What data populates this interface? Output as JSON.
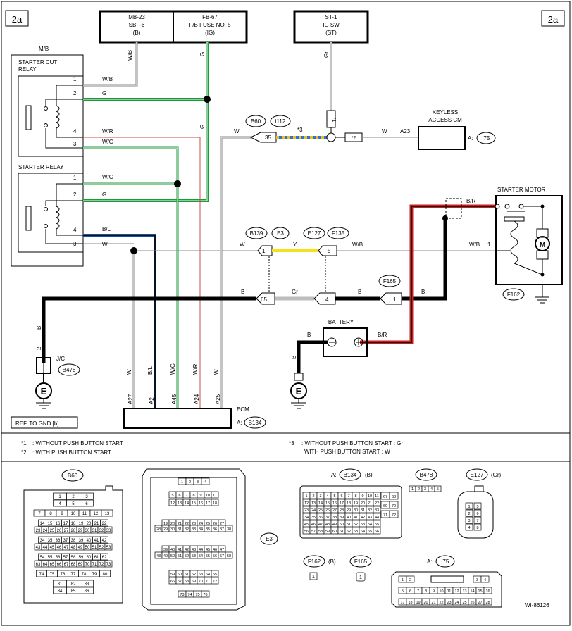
{
  "page_code": "2a",
  "figure_id": "WI-86126",
  "colors": {
    "ig_green": "#1b9a3a",
    "wb_gray": "#8a8a8a",
    "wr_red": "#c94c4c",
    "batt_red": "#c0201f",
    "blue": "#1e4d9a",
    "yellow": "#f1e21a",
    "gray_wire": "#bdbdbd",
    "dash_blue": "#2f6fd6",
    "dash_yellow": "#e8c21a"
  },
  "fuses": [
    {
      "code": "MB-23",
      "name": "SBF-6",
      "label": "(B)"
    },
    {
      "code": "FB-67",
      "name": "F/B FUSE NO. 5",
      "label": "(IG)"
    },
    {
      "code": "ST-1",
      "name": "IG SW",
      "label": "(ST)"
    }
  ],
  "mb_label": "M/B",
  "starter_cut_relay": {
    "name_l1": "STARTER CUT",
    "name_l2": "RELAY"
  },
  "starter_relay": "STARTER RELAY",
  "pins": {
    "p1": "1",
    "p2": "2",
    "p3": "3",
    "p4": "4"
  },
  "wires": {
    "wb": "W/B",
    "g": "G",
    "wr": "W/R",
    "wg": "W/G",
    "bl": "B/L",
    "w": "W",
    "gr": "Gr",
    "y": "Y",
    "b": "B",
    "br": "B/R"
  },
  "star_marks": {
    "s1": "*1",
    "s2": "*2",
    "s3": "*3"
  },
  "connectors": {
    "b60": "B60",
    "i112": "i112",
    "i75": "i75",
    "b139": "B139",
    "e3": "E3",
    "e127": "E127",
    "f135": "F135",
    "f165": "F165",
    "f162": "F162",
    "b478": "B478",
    "b134": "B134"
  },
  "term_nums": {
    "n35": "35",
    "n1": "1",
    "n5": "5",
    "n65": "65",
    "n4": "4",
    "n2": "2",
    "a23": "A23"
  },
  "keyless": {
    "l1": "KEYLESS",
    "l2": "ACCESS CM",
    "prefix": "A:"
  },
  "starter_motor": "STARTER MOTOR",
  "motor_symbol": "M",
  "battery": "BATTERY",
  "jc": "J/C",
  "ground_symbol": "E",
  "ref_gnd": "REF. TO GND [b]",
  "ecm": {
    "name": "ECM",
    "prefix": "A:",
    "terms": [
      "A27",
      "A2",
      "A45",
      "A24",
      "A25"
    ],
    "wires": [
      "W",
      "B/L",
      "W/G",
      "W/R",
      "W"
    ]
  },
  "notes": [
    {
      "mark": "*1",
      "text": ": WITHOUT PUSH BUTTON START"
    },
    {
      "mark": "*2",
      "text": ": WITH PUSH BUTTON START"
    },
    {
      "mark": "*3",
      "text": ": WITHOUT PUSH BUTTON START  : Gr"
    },
    {
      "mark": "",
      "text": "WITH PUSH BUTTON START  : W"
    }
  ],
  "conn_views": {
    "b60_label": "B60",
    "e3_label": "E3",
    "b134_prefix": "A:",
    "b134_label": "B134",
    "b134_color": "(B)",
    "b478_label": "B478",
    "e127_label": "E127",
    "e127_color": "(Gr)",
    "f162_label": "F162",
    "f162_color": "(B)",
    "f165_label": "F165",
    "i75_prefix": "A:",
    "i75_label": "i75",
    "e127_pins": [
      "1",
      "2",
      "3",
      "4",
      "5",
      "6",
      "7",
      "8"
    ],
    "b478_pins": [
      "1",
      "2",
      "3",
      "4",
      "5"
    ],
    "f162_pin": "1",
    "f165_pin": "1",
    "b60_rows": [
      [
        "1",
        "2",
        "3"
      ],
      [
        "4",
        "5",
        "6"
      ],
      [
        "7",
        "8",
        "9",
        "10",
        "11",
        "12",
        "13"
      ],
      [
        "14",
        "15",
        "16",
        "17",
        "18",
        "19",
        "20",
        "21",
        "22"
      ],
      [
        "23",
        "24",
        "25",
        "26",
        "27",
        "28",
        "29",
        "30",
        "31",
        "32",
        "33"
      ],
      [
        "34",
        "35",
        "36",
        "37",
        "38",
        "39",
        "40",
        "41",
        "42"
      ],
      [
        "43",
        "44",
        "45",
        "46",
        "47",
        "48",
        "49",
        "50",
        "51",
        "52",
        "53"
      ],
      [
        "54",
        "55",
        "56",
        "57",
        "58",
        "59",
        "60",
        "61",
        "62"
      ],
      [
        "63",
        "64",
        "65",
        "66",
        "67",
        "68",
        "69",
        "70",
        "71",
        "72",
        "73"
      ],
      [
        "74",
        "75",
        "76",
        "77",
        "78",
        "79",
        "80"
      ],
      [
        "81",
        "82",
        "83"
      ],
      [
        "84",
        "85",
        "86"
      ]
    ],
    "e3_rows": [
      [
        "1",
        "2",
        "3",
        "4"
      ],
      [
        "5",
        "6",
        "7",
        "8",
        "9",
        "10",
        "11"
      ],
      [
        "12",
        "13",
        "14",
        "15",
        "16",
        "17",
        "18"
      ],
      [
        "19",
        "20",
        "21",
        "22",
        "23",
        "24",
        "25",
        "26",
        "27"
      ],
      [
        "28",
        "29",
        "30",
        "31",
        "32",
        "33",
        "34",
        "35",
        "36",
        "37",
        "38"
      ],
      [
        "39",
        "40",
        "41",
        "42",
        "43",
        "44",
        "45",
        "46",
        "47"
      ],
      [
        "48",
        "49",
        "50",
        "51",
        "52",
        "53",
        "54",
        "55",
        "56",
        "57",
        "58"
      ],
      [
        "59",
        "60",
        "61",
        "62",
        "63",
        "64",
        "65"
      ],
      [
        "66",
        "67",
        "68",
        "69",
        "70",
        "71",
        "72"
      ],
      [
        "73",
        "74",
        "75",
        "76"
      ]
    ],
    "b134_rows": [
      [
        "1",
        "2",
        "3",
        "4",
        "5",
        "6",
        "7",
        "8",
        "9",
        "10",
        "11"
      ],
      [
        "12",
        "13",
        "14",
        "15",
        "16",
        "17",
        "18",
        "19",
        "20",
        "21",
        "22"
      ],
      [
        "23",
        "24",
        "25",
        "26",
        "27",
        "28",
        "29",
        "30",
        "31",
        "32",
        "33"
      ],
      [
        "34",
        "35",
        "36",
        "37",
        "38",
        "39",
        "40",
        "41",
        "42",
        "43",
        "44"
      ],
      [
        "45",
        "46",
        "47",
        "48",
        "49",
        "50",
        "51",
        "52",
        "53",
        "54",
        "55"
      ],
      [
        "56",
        "57",
        "58",
        "59",
        "60",
        "61",
        "62",
        "63",
        "64",
        "65",
        "66"
      ]
    ],
    "b134_side": [
      [
        "67",
        "68"
      ],
      [
        "69",
        "70"
      ],
      [
        "71",
        "72"
      ]
    ],
    "i75_rows": [
      [
        "1",
        "2",
        "3",
        "4"
      ],
      [
        "5",
        "6",
        "7",
        "8",
        "9",
        "10",
        "11",
        "12",
        "13",
        "14",
        "15",
        "16"
      ],
      [
        "17",
        "18",
        "19",
        "20",
        "21",
        "22",
        "23",
        "24",
        "25",
        "26",
        "27",
        "28"
      ]
    ]
  }
}
